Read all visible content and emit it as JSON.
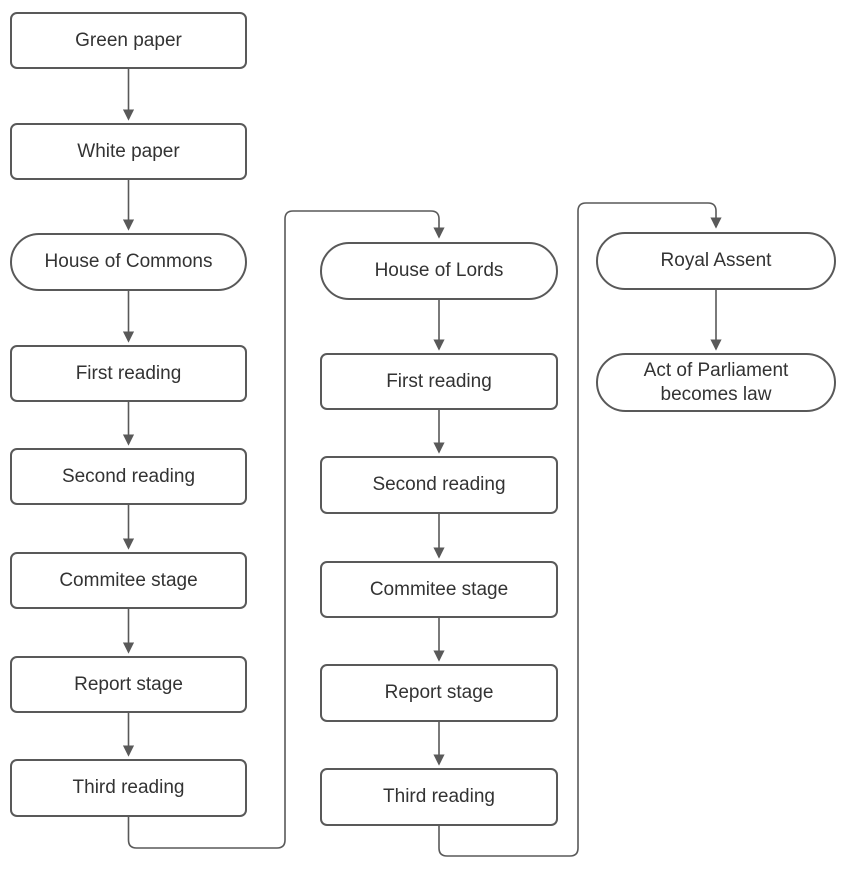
{
  "diagram": {
    "type": "flowchart",
    "subject": "UK legislative process",
    "colors": {
      "background": "#ffffff",
      "node_fill": "#ffffff",
      "node_stroke": "#595959",
      "connector": "#595959",
      "text": "#333333"
    },
    "nodes": {
      "green_paper": "Green paper",
      "white_paper": "White paper",
      "house_of_commons": "House of Commons",
      "commons_first_reading": "First reading",
      "commons_second_reading": "Second reading",
      "commons_committee_stage": "Commitee stage",
      "commons_report_stage": "Report stage",
      "commons_third_reading": "Third reading",
      "house_of_lords": "House of Lords",
      "lords_first_reading": "First reading",
      "lords_second_reading": "Second reading",
      "lords_committee_stage": "Commitee stage",
      "lords_report_stage": "Report stage",
      "lords_third_reading": "Third reading",
      "royal_assent": "Royal Assent",
      "act_of_parliament": "Act of Parliament becomes law"
    }
  }
}
